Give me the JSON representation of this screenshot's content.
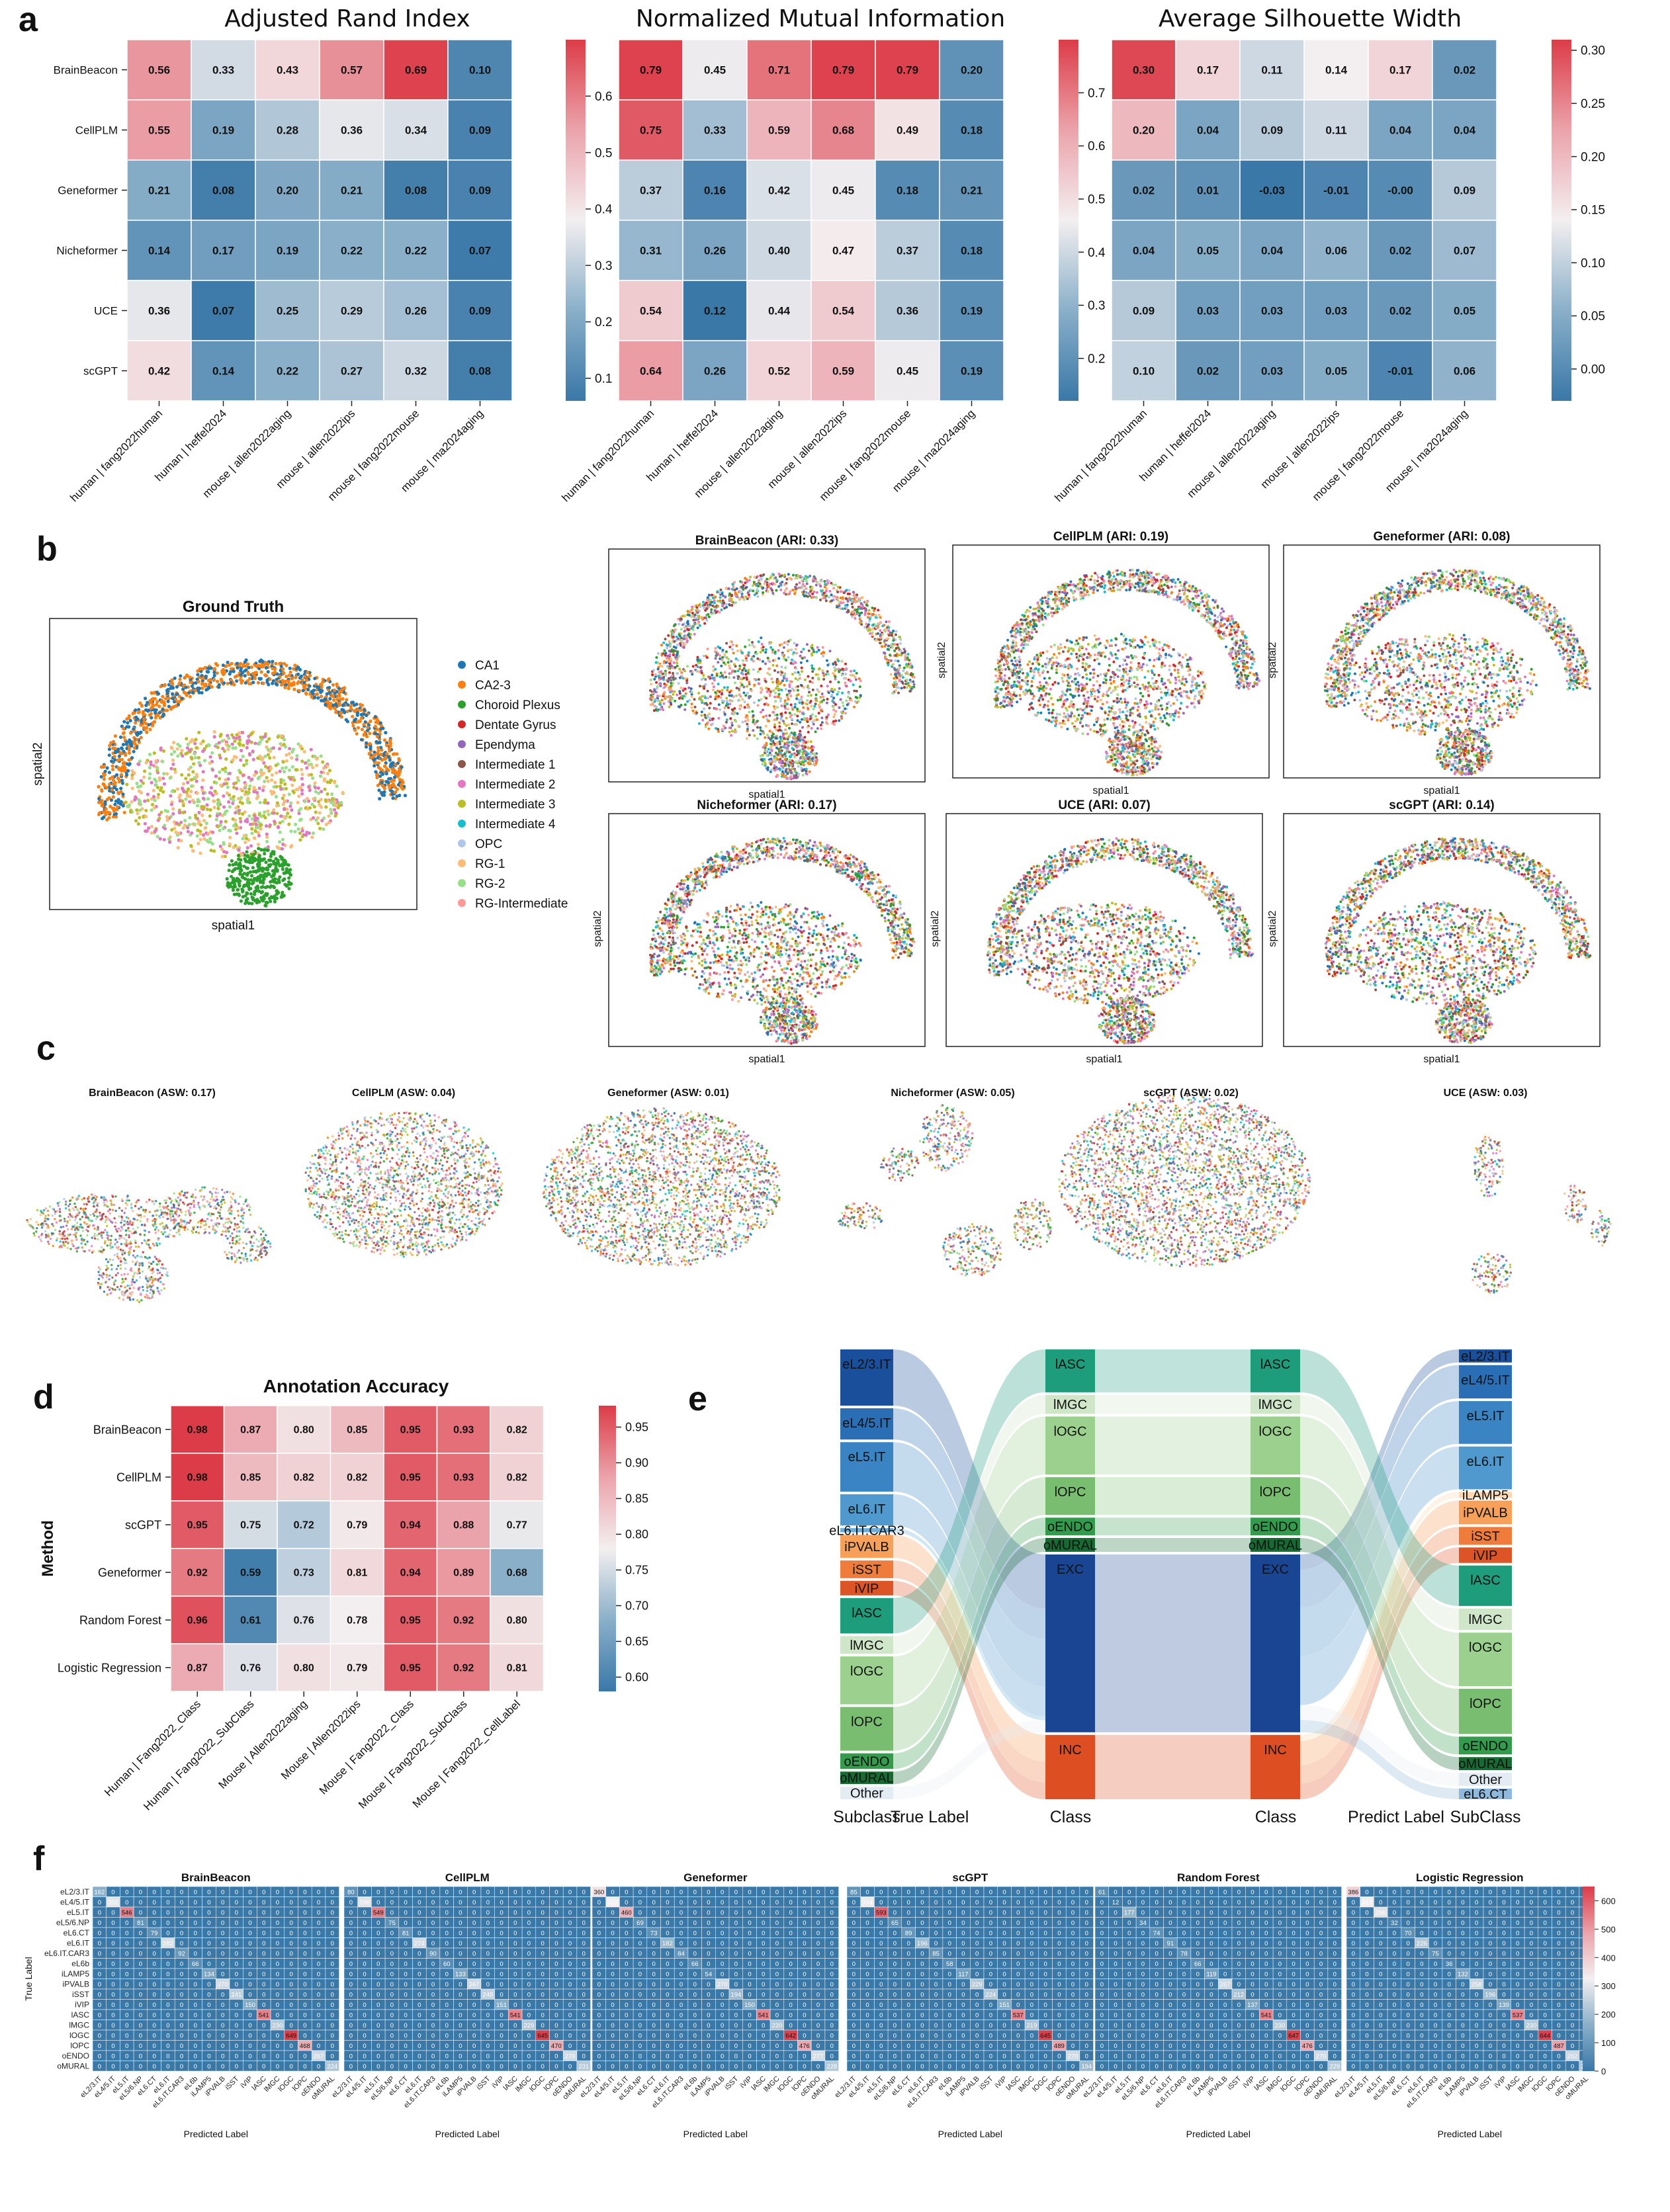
{
  "panels": [
    "a",
    "b",
    "c",
    "d",
    "e",
    "f"
  ],
  "heatmap_a": {
    "rows": [
      "BrainBeacon",
      "CellPLM",
      "Geneformer",
      "Nicheformer",
      "UCE",
      "scGPT"
    ],
    "cols": [
      "human | fang2022human",
      "human | heffel2024",
      "mouse | allen2022aging",
      "mouse | allen2022ips",
      "mouse | fang2022mouse",
      "mouse | ma2024aging"
    ]
  },
  "chart_data": [
    {
      "type": "heatmap",
      "title": "Adjusted Rand Index",
      "values": [
        [
          0.56,
          0.33,
          0.43,
          0.57,
          0.69,
          0.1
        ],
        [
          0.55,
          0.19,
          0.28,
          0.36,
          0.34,
          0.09
        ],
        [
          0.21,
          0.08,
          0.2,
          0.21,
          0.08,
          0.09
        ],
        [
          0.14,
          0.17,
          0.19,
          0.22,
          0.22,
          0.07
        ],
        [
          0.36,
          0.07,
          0.25,
          0.29,
          0.26,
          0.09
        ],
        [
          0.42,
          0.14,
          0.22,
          0.27,
          0.32,
          0.08
        ]
      ],
      "vmin": 0.06,
      "vmax": 0.7,
      "colorbar_ticks": [
        "0.1",
        "0.2",
        "0.3",
        "0.4",
        "0.5",
        "0.6"
      ],
      "colorbar_tick_values": [
        0.1,
        0.2,
        0.3,
        0.4,
        0.5,
        0.6
      ]
    },
    {
      "type": "heatmap",
      "title": "Normalized Mutual Information",
      "values": [
        [
          0.79,
          0.45,
          0.71,
          0.79,
          0.79,
          0.2
        ],
        [
          0.75,
          0.33,
          0.59,
          0.68,
          0.49,
          0.18
        ],
        [
          0.37,
          0.16,
          0.42,
          0.45,
          0.18,
          0.21
        ],
        [
          0.31,
          0.26,
          0.4,
          0.47,
          0.37,
          0.18
        ],
        [
          0.54,
          0.12,
          0.44,
          0.54,
          0.36,
          0.19
        ],
        [
          0.64,
          0.26,
          0.52,
          0.59,
          0.45,
          0.19
        ]
      ],
      "vmin": 0.12,
      "vmax": 0.8,
      "colorbar_ticks": [
        "0.2",
        "0.3",
        "0.4",
        "0.5",
        "0.6",
        "0.7"
      ],
      "colorbar_tick_values": [
        0.2,
        0.3,
        0.4,
        0.5,
        0.6,
        0.7
      ]
    },
    {
      "type": "heatmap",
      "title": "Average Silhouette Width",
      "values": [
        [
          0.3,
          0.17,
          0.11,
          0.14,
          0.17,
          0.02
        ],
        [
          0.2,
          0.04,
          0.09,
          0.11,
          0.04,
          0.04
        ],
        [
          0.02,
          0.01,
          -0.03,
          -0.01,
          -0.0,
          0.09
        ],
        [
          0.04,
          0.05,
          0.04,
          0.06,
          0.02,
          0.07
        ],
        [
          0.09,
          0.03,
          0.03,
          0.03,
          0.02,
          0.05
        ],
        [
          0.1,
          0.02,
          0.03,
          0.05,
          -0.01,
          0.06
        ]
      ],
      "value_labels": [
        [
          "0.30",
          "0.17",
          "0.11",
          "0.14",
          "0.17",
          "0.02"
        ],
        [
          "0.20",
          "0.04",
          "0.09",
          "0.11",
          "0.04",
          "0.04"
        ],
        [
          "0.02",
          "0.01",
          "-0.03",
          "-0.01",
          "-0.00",
          "0.09"
        ],
        [
          "0.04",
          "0.05",
          "0.04",
          "0.06",
          "0.02",
          "0.07"
        ],
        [
          "0.09",
          "0.03",
          "0.03",
          "0.03",
          "0.02",
          "0.05"
        ],
        [
          "0.10",
          "0.02",
          "0.03",
          "0.05",
          "-0.01",
          "0.06"
        ]
      ],
      "vmin": -0.03,
      "vmax": 0.31,
      "colorbar_ticks": [
        "0.00",
        "0.05",
        "0.10",
        "0.15",
        "0.20",
        "0.25",
        "0.30"
      ],
      "colorbar_tick_values": [
        0.0,
        0.05,
        0.1,
        0.15,
        0.2,
        0.25,
        0.3
      ]
    },
    {
      "type": "heatmap",
      "title": "Annotation Accuracy",
      "ylabel": "Method",
      "rows": [
        "BrainBeacon",
        "CellPLM",
        "scGPT",
        "Geneformer",
        "Random Forest",
        "Logistic Regression"
      ],
      "cols": [
        "Human | Fang2022_Class",
        "Human | Fang2022_SubClass",
        "Mouse | Allen2022aging",
        "Mouse | Allen2022ips",
        "Mouse | Fang2022_Class",
        "Mouse | Fang2022_SubClass",
        "Mouse | Fang2022_CellLabel"
      ],
      "values": [
        [
          0.98,
          0.87,
          0.8,
          0.85,
          0.95,
          0.93,
          0.82
        ],
        [
          0.98,
          0.85,
          0.82,
          0.82,
          0.95,
          0.93,
          0.82
        ],
        [
          0.95,
          0.75,
          0.72,
          0.79,
          0.94,
          0.88,
          0.77
        ],
        [
          0.92,
          0.59,
          0.73,
          0.81,
          0.94,
          0.89,
          0.68
        ],
        [
          0.96,
          0.61,
          0.76,
          0.78,
          0.95,
          0.92,
          0.8
        ],
        [
          0.87,
          0.76,
          0.8,
          0.79,
          0.95,
          0.92,
          0.81
        ]
      ],
      "vmin": 0.58,
      "vmax": 0.98,
      "colorbar_ticks": [
        "0.60",
        "0.65",
        "0.70",
        "0.75",
        "0.80",
        "0.85",
        "0.90",
        "0.95"
      ],
      "colorbar_tick_values": [
        0.6,
        0.65,
        0.7,
        0.75,
        0.8,
        0.85,
        0.9,
        0.95
      ]
    },
    {
      "type": "scatter",
      "title": "Ground Truth",
      "xlabel": "spatial1",
      "ylabel": "spatial2",
      "legend": [
        {
          "name": "CA1",
          "color": "#1f77b4"
        },
        {
          "name": "CA2-3",
          "color": "#ff7f0e"
        },
        {
          "name": "Choroid Plexus",
          "color": "#2ca02c"
        },
        {
          "name": "Dentate Gyrus",
          "color": "#d62728"
        },
        {
          "name": "Ependyma",
          "color": "#9467bd"
        },
        {
          "name": "Intermediate 1",
          "color": "#8c564b"
        },
        {
          "name": "Intermediate 2",
          "color": "#e377c2"
        },
        {
          "name": "Intermediate 3",
          "color": "#bcbd22"
        },
        {
          "name": "Intermediate 4",
          "color": "#17becf"
        },
        {
          "name": "OPC",
          "color": "#aec7e8"
        },
        {
          "name": "RG-1",
          "color": "#ffbb78"
        },
        {
          "name": "RG-2",
          "color": "#98df8a"
        },
        {
          "name": "RG-Intermediate",
          "color": "#ff9896"
        }
      ]
    },
    {
      "type": "scatter",
      "subplots": [
        {
          "title": "BrainBeacon (ARI: 0.33)",
          "xlabel": "spatial1",
          "ylabel": ""
        },
        {
          "title": "CellPLM (ARI: 0.19)",
          "xlabel": "spatial1",
          "ylabel": "spatial2"
        },
        {
          "title": "Geneformer (ARI: 0.08)",
          "xlabel": "spatial1",
          "ylabel": "spatial2"
        },
        {
          "title": "Nicheformer (ARI: 0.17)",
          "xlabel": "spatial1",
          "ylabel": "spatial2"
        },
        {
          "title": "UCE (ARI: 0.07)",
          "xlabel": "spatial1",
          "ylabel": "spatial2"
        },
        {
          "title": "scGPT (ARI: 0.14)",
          "xlabel": "spatial1",
          "ylabel": "spatial2"
        }
      ]
    },
    {
      "type": "scatter",
      "subplots": [
        {
          "title": "BrainBeacon (ASW: 0.17)"
        },
        {
          "title": "CellPLM (ASW: 0.04)"
        },
        {
          "title": "Geneformer (ASW: 0.01)"
        },
        {
          "title": "Nicheformer (ASW: 0.05)"
        },
        {
          "title": "scGPT (ASW: 0.02)"
        },
        {
          "title": "UCE (ASW: 0.03)"
        }
      ]
    },
    {
      "type": "sankey",
      "axis_labels": [
        "Subclass",
        "True Label",
        "Class",
        "Class",
        "Predict Label",
        "SubClass"
      ],
      "true_subclass": [
        {
          "name": "eL2/3.IT",
          "color": "#1a4f9c",
          "size": 108
        },
        {
          "name": "eL4/5.IT",
          "color": "#2a6fb5",
          "size": 60
        },
        {
          "name": "eL5.IT",
          "color": "#3a84c4",
          "size": 95
        },
        {
          "name": "eL6.IT",
          "color": "#4f99cf",
          "size": 60
        },
        {
          "name": "eL6.IT.CAR3",
          "color": "#6aaedb",
          "size": 8
        },
        {
          "name": "iPVALB",
          "color": "#f6a05a",
          "size": 44
        },
        {
          "name": "iSST",
          "color": "#ef7c3a",
          "size": 34
        },
        {
          "name": "iVIP",
          "color": "#dd5526",
          "size": 28
        },
        {
          "name": "lASC",
          "color": "#1e9d7d",
          "size": 68
        },
        {
          "name": "lMGC",
          "color": "#cfe6c8",
          "size": 34
        },
        {
          "name": "lOGC",
          "color": "#9bd08e",
          "size": 92
        },
        {
          "name": "lOPC",
          "color": "#79be70",
          "size": 84
        },
        {
          "name": "oENDO",
          "color": "#339b4c",
          "size": 30
        },
        {
          "name": "oMURAL",
          "color": "#156b32",
          "size": 24
        },
        {
          "name": "Other",
          "color": "#e4ecf3",
          "size": 24
        }
      ],
      "true_class": [
        {
          "name": "lASC",
          "color": "#1e9d7d",
          "size": 68
        },
        {
          "name": "lMGC",
          "color": "#cfe6c8",
          "size": 30
        },
        {
          "name": "lOGC",
          "color": "#9bd08e",
          "size": 92
        },
        {
          "name": "lOPC",
          "color": "#79be70",
          "size": 60
        },
        {
          "name": "oENDO",
          "color": "#339b4c",
          "size": 28
        },
        {
          "name": "oMURAL",
          "color": "#156b32",
          "size": 22
        },
        {
          "name": "EXC",
          "color": "#1a4593",
          "size": 282
        },
        {
          "name": "INC",
          "color": "#dd4f22",
          "size": 102
        }
      ],
      "pred_class": [
        {
          "name": "lASC",
          "color": "#1e9d7d",
          "size": 68
        },
        {
          "name": "lMGC",
          "color": "#cfe6c8",
          "size": 30
        },
        {
          "name": "lOGC",
          "color": "#9bd08e",
          "size": 92
        },
        {
          "name": "lOPC",
          "color": "#79be70",
          "size": 60
        },
        {
          "name": "oENDO",
          "color": "#339b4c",
          "size": 28
        },
        {
          "name": "oMURAL",
          "color": "#156b32",
          "size": 22
        },
        {
          "name": "EXC",
          "color": "#1a4593",
          "size": 282
        },
        {
          "name": "INC",
          "color": "#dd4f22",
          "size": 102
        }
      ],
      "pred_subclass": [
        {
          "name": "eL2/3.IT",
          "color": "#1a4f9c",
          "size": 22
        },
        {
          "name": "eL4/5.IT",
          "color": "#2a6fb5",
          "size": 56
        },
        {
          "name": "eL5.IT",
          "color": "#3a84c4",
          "size": 72
        },
        {
          "name": "eL6.IT",
          "color": "#4f99cf",
          "size": 72
        },
        {
          "name": "iLAMP5",
          "color": "#fcd7b0",
          "size": 10
        },
        {
          "name": "iPVALB",
          "color": "#f6a05a",
          "size": 40
        },
        {
          "name": "iSST",
          "color": "#ef7c3a",
          "size": 30
        },
        {
          "name": "iVIP",
          "color": "#dd5526",
          "size": 26
        },
        {
          "name": "lASC",
          "color": "#1e9d7d",
          "size": 68
        },
        {
          "name": "lMGC",
          "color": "#cfe6c8",
          "size": 36
        },
        {
          "name": "lOGC",
          "color": "#9bd08e",
          "size": 90
        },
        {
          "name": "lOPC",
          "color": "#79be70",
          "size": 76
        },
        {
          "name": "oENDO",
          "color": "#339b4c",
          "size": 30
        },
        {
          "name": "oMURAL",
          "color": "#156b32",
          "size": 22
        },
        {
          "name": "Other",
          "color": "#e4ecf3",
          "size": 22
        },
        {
          "name": "eL6.CT",
          "color": "#8fb9dc",
          "size": 18
        }
      ]
    },
    {
      "type": "heatmap",
      "xlabel": "Predicted Label",
      "ylabel": "True Label",
      "labels": [
        "eL2/3.IT",
        "eL4/5.IT",
        "eL5.IT",
        "eL5/6.NP",
        "eL6.CT",
        "eL6.IT",
        "eL6.IT.CAR3",
        "eL6b",
        "iLAMP5",
        "iPVALB",
        "iSST",
        "iVIP",
        "lASC",
        "lMGC",
        "lOGC",
        "lOPC",
        "oENDO",
        "oMURAL"
      ],
      "subplots": [
        {
          "title": "BrainBeacon",
          "diag": [
            162,
            302,
            546,
            81,
            79,
            282,
            92,
            66,
            134,
            270,
            241,
            150,
            541,
            230,
            649,
            468,
            267,
            224
          ]
        },
        {
          "title": "CellPLM",
          "diag": [
            80,
            296,
            549,
            75,
            81,
            274,
            90,
            60,
            133,
            267,
            248,
            151,
            541,
            229,
            645,
            470,
            270,
            231
          ]
        },
        {
          "title": "Geneformer",
          "diag": [
            360,
            322,
            460,
            69,
            73,
            182,
            84,
            66,
            54,
            270,
            194,
            150,
            541,
            220,
            642,
            476,
            277,
            228
          ]
        },
        {
          "title": "scGPT",
          "diag": [
            85,
            314,
            593,
            65,
            89,
            196,
            85,
            58,
            117,
            229,
            224,
            151,
            537,
            219,
            645,
            489,
            270,
            194
          ]
        },
        {
          "title": "Random Forest",
          "diag": [
            61,
            12,
            177,
            34,
            74,
            91,
            78,
            66,
            119,
            267,
            212,
            137,
            541,
            230,
            647,
            476,
            270,
            229
          ]
        },
        {
          "title": "Logistic Regression",
          "diag": [
            386,
            322,
            296,
            32,
            70,
            226,
            75,
            36,
            132,
            258,
            196,
            139,
            537,
            230,
            644,
            487,
            262,
            224
          ]
        }
      ],
      "colorbar_ticks": [
        "0",
        "100",
        "200",
        "300",
        "400",
        "500",
        "600"
      ],
      "colorbar_tick_values": [
        0,
        100,
        200,
        300,
        400,
        500,
        600
      ],
      "vmax": 650
    }
  ]
}
